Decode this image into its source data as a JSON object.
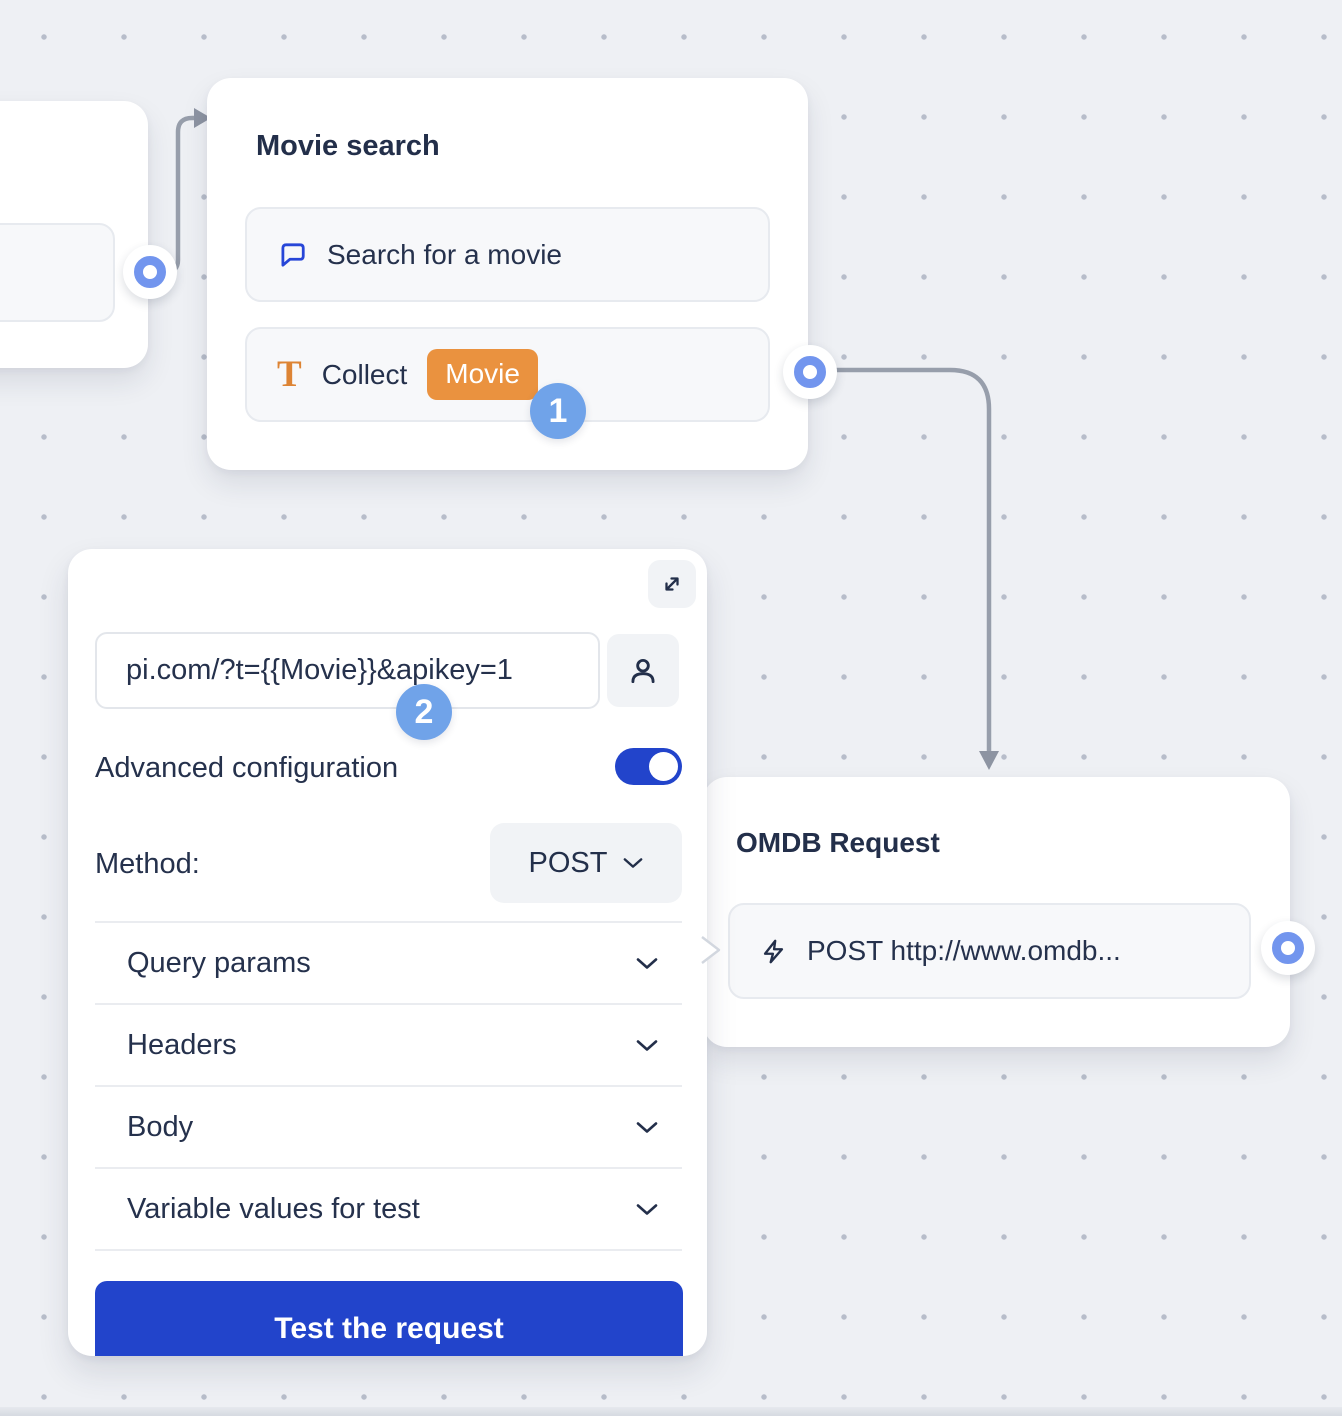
{
  "colors": {
    "accent_blue": "#2244cb",
    "icon_blue": "#2746d8",
    "chip_orange": "#ea923f",
    "text_icon_orange": "#dd8434",
    "badge_blue": "#70a3e9",
    "connector_ring_blue": "#7295ee",
    "connector_line_gray": "#979eab",
    "text_navy": "#25314c"
  },
  "movie_search_node": {
    "title": "Movie search",
    "rows": [
      {
        "icon": "chat-bubble-icon",
        "label": "Search for a movie"
      },
      {
        "icon": "text-collect-icon",
        "label": "Collect",
        "chip": "Movie"
      }
    ]
  },
  "omdb_node": {
    "title": "OMDB Request",
    "row": {
      "icon": "lightning-icon",
      "label": "POST http://www.omdb..."
    }
  },
  "webhook_editor": {
    "url_value": "pi.com/?t={{Movie}}&apikey=1",
    "advanced_configuration_label": "Advanced configuration",
    "advanced_configuration_on": true,
    "method_label": "Method:",
    "method_value": "POST",
    "sections": [
      "Query params",
      "Headers",
      "Body",
      "Variable values for test"
    ],
    "test_button_label": "Test the request"
  },
  "step_badges": [
    {
      "number": "1"
    },
    {
      "number": "2"
    }
  ]
}
